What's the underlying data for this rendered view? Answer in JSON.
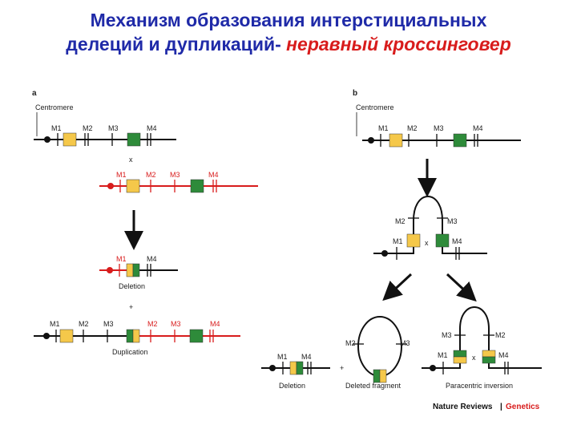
{
  "title": {
    "line1": "Механизм образования интерстициальных",
    "line2_prefix": "делеций и дупликаций- ",
    "line2_highlight": "неравный кроссинговер"
  },
  "panel_a": {
    "letter": "a",
    "centromere": "Centromere",
    "m1": "M1",
    "m2": "M2",
    "m3": "M3",
    "m4": "M4",
    "cross": "x",
    "deletion": "Deletion",
    "plus": "+",
    "duplication": "Duplication"
  },
  "panel_b": {
    "letter": "b",
    "centromere": "Centromere",
    "m1": "M1",
    "m2": "M2",
    "m3": "M3",
    "m4": "M4",
    "cross": "x",
    "deletion": "Deletion",
    "plus": "+",
    "deleted_fragment": "Deleted fragment",
    "paracentric_inversion": "Paracentric inversion"
  },
  "footer": {
    "journal": "Nature Reviews",
    "separator": "|",
    "section": "Genetics"
  },
  "colors": {
    "title": "#1f2aa8",
    "highlight": "#d81c1c",
    "chromosome_black": "#111111",
    "chromosome_red": "#d81c1c",
    "marker_yellow": "#f5c84a",
    "marker_green": "#2e8b3a"
  }
}
